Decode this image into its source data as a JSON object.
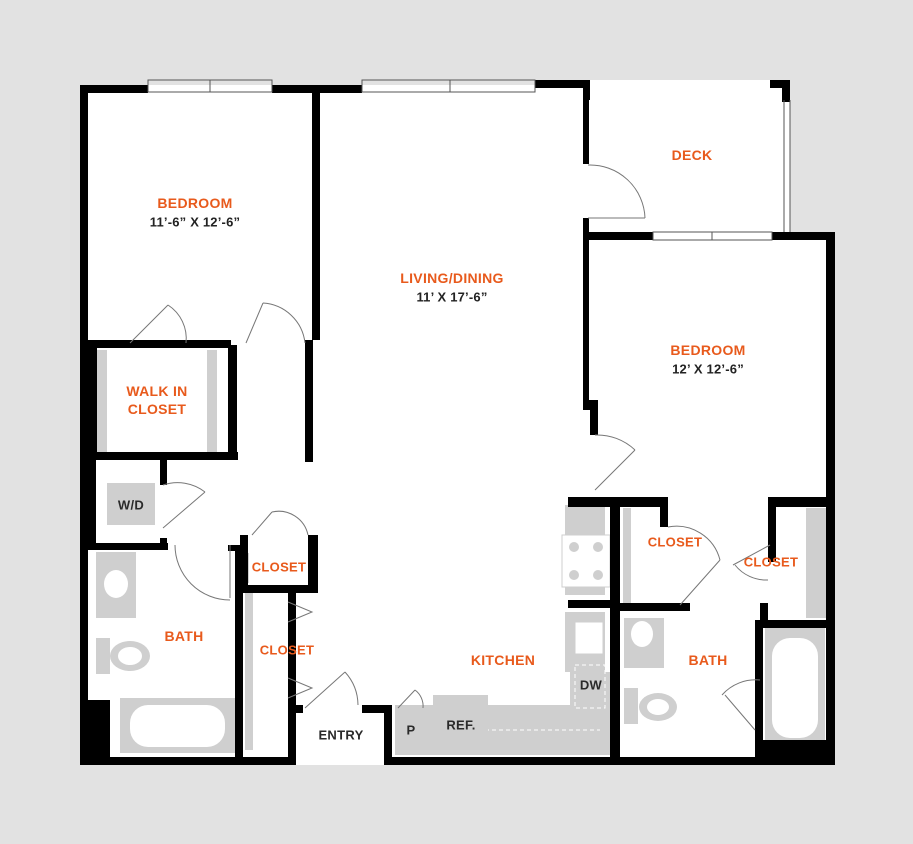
{
  "rooms": {
    "bedroom_1": {
      "name": "BEDROOM",
      "size": "11’-6” X 12’-6”"
    },
    "living": {
      "name": "LIVING/DINING",
      "size": "11’ X 17’-6”"
    },
    "deck": {
      "name": "DECK"
    },
    "bedroom_2": {
      "name": "BEDROOM",
      "size": "12’ X 12’-6”"
    },
    "walk_in_closet": {
      "line1": "WALK IN",
      "line2": "CLOSET"
    },
    "wd": {
      "name": "W/D"
    },
    "closet_hall": {
      "name": "CLOSET"
    },
    "closet_entry": {
      "name": "CLOSET"
    },
    "closet_bath2_left": {
      "name": "CLOSET"
    },
    "closet_bath2_right": {
      "name": "CLOSET"
    },
    "bath_1": {
      "name": "BATH"
    },
    "bath_2": {
      "name": "BATH"
    },
    "kitchen": {
      "name": "KITCHEN"
    },
    "entry": {
      "name": "ENTRY"
    },
    "pantry": {
      "name": "P"
    },
    "refrigerator": {
      "name": "REF."
    },
    "dishwasher": {
      "name": "DW"
    }
  },
  "colors": {
    "wall": "#000000",
    "label": "#e85a1c",
    "fixture": "#cfcfcf",
    "floor": "#ffffff",
    "background": "#e2e2e2"
  }
}
